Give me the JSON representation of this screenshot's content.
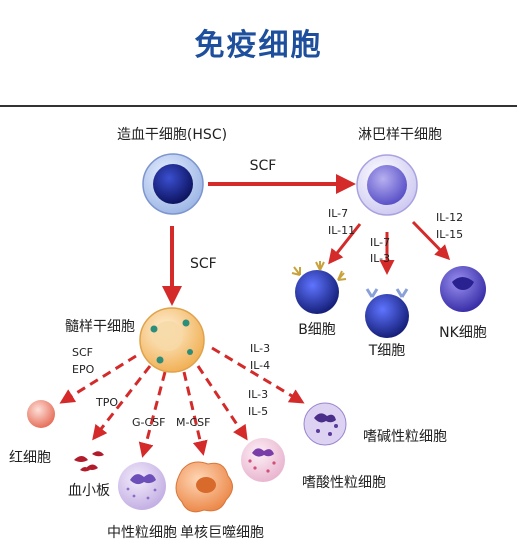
{
  "title": "免疫细胞",
  "nodes": {
    "hsc": "造血干细胞(HSC)",
    "lymphoid": "淋巴样干细胞",
    "myeloid": "髓样干细胞",
    "b_cell": "B细胞",
    "t_cell": "T细胞",
    "nk_cell": "NK细胞",
    "rbc": "红细胞",
    "platelet": "血小板",
    "neutrophil": "中性粒细胞",
    "monocyte": "单核巨噬细胞",
    "eosinophil": "嗜酸性粒细胞",
    "basophil": "嗜碱性粒细胞"
  },
  "factors": {
    "hsc_to_lymphoid": "SCF",
    "hsc_to_myeloid": "SCF",
    "to_b_1": "IL-7",
    "to_b_2": "IL-11",
    "to_t_1": "IL-7",
    "to_t_2": "IL-3",
    "to_nk_1": "IL-12",
    "to_nk_2": "IL-15",
    "to_rbc_1": "SCF",
    "to_rbc_2": "EPO",
    "to_platelet": "TPO",
    "to_neutrophil": "G-CSF",
    "to_monocyte": "M-CSF",
    "to_eosinophil_1": "IL-3",
    "to_eosinophil_2": "IL-5",
    "to_basophil_1": "IL-3",
    "to_basophil_2": "IL-4"
  },
  "colors": {
    "title": "#1e4f9c",
    "arrow": "#d42a2a",
    "stem_outer": "#c9d8f0",
    "stem_core": "#1a2a8f",
    "lymphoid_outer": "#e6e4f8",
    "lymphoid_core": "#7b74d8",
    "myeloid": "#f9c87a",
    "b_cell": "#2b3fbf",
    "t_cell": "#2a3aa8",
    "nk_cell": "#5a4fd0",
    "rbc": "#f08a7a",
    "platelet": "#b01c2c",
    "neutrophil": "#c9b6e8",
    "monocyte": "#f4a36a",
    "eosinophil": "#e8a8c8",
    "basophil": "#c8b8e8"
  }
}
